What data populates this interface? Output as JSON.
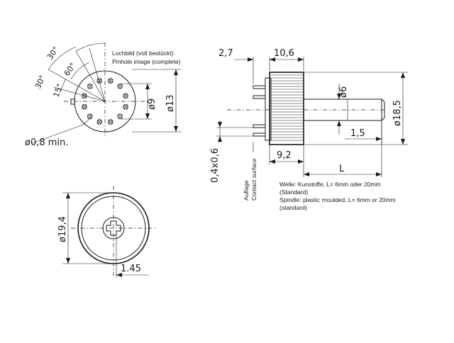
{
  "notes": {
    "lochbild_de": "Lochbild (voll bestückt)",
    "lochbild_en": "Pinhole image (complete)",
    "welle_de": "Welle: Kunstoffe, L= 6mm oder 20mm",
    "welle_de_std": "(Standard)",
    "spindle_en": "Spindle: plastic moulded, L= 6mm or 20mm",
    "spindle_en_std": "(standard)",
    "auflage": "Auflage",
    "contact_surface": "Contact surface"
  },
  "dims": {
    "angle_30_top": "30°",
    "angle_60": "60°",
    "angle_30_left": "30°",
    "angle_15": "15°",
    "hole_dia": "ø0,8 min.",
    "dia_9": "ø9",
    "dia_13": "ø13",
    "dim_2_7": "2,7",
    "dim_10_6": "10,6",
    "dia_6": "ø6",
    "dia_18_5": "ø18,5",
    "dim_1_5": "1,5",
    "dim_9_2": "9,2",
    "dim_0_4x0_6": "0,4x0,6",
    "dim_L": "L",
    "dia_19_4": "ø19,4",
    "dim_1_45": "1.45"
  }
}
